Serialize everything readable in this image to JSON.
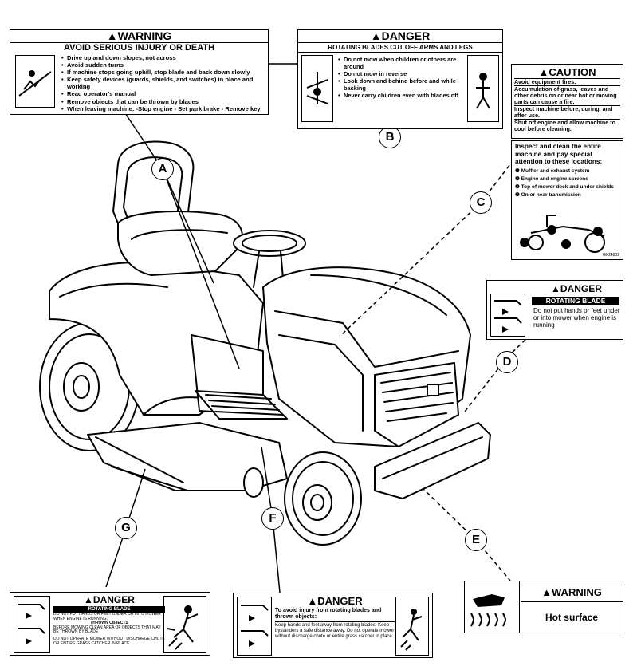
{
  "labels": {
    "a": {
      "header": "▲WARNING",
      "subheader": "AVOID SERIOUS INJURY OR DEATH",
      "lines": [
        "Drive up and down slopes, not across",
        "Avoid sudden turns",
        "If machine stops going uphill, stop blade and back down slowly",
        "Keep safety devices (guards, shields, and switches) in place and working",
        "Read operator's manual",
        "Remove objects that can be thrown by blades",
        "When leaving machine: -Stop engine - Set park brake - Remove key"
      ]
    },
    "b": {
      "header": "▲DANGER",
      "subheader": "ROTATING BLADES CUT OFF ARMS AND LEGS",
      "lines": [
        "Do not mow when children or others are around",
        "Do not mow in reverse",
        "Look down and behind before and while backing",
        "Never carry children even with blades off"
      ]
    },
    "c": {
      "header": "▲CAUTION",
      "para1": "Avoid equipment fires.",
      "para2": "Accumulation of grass, leaves and other debris on or near hot or moving parts can cause a fire.",
      "para3": "Inspect machine before, during, and after use.",
      "para4": "Shut off engine and allow machine to cool before cleaning.",
      "inspect": "Inspect and clean the entire machine and pay special attention to these locations:",
      "locations": [
        "Muffler and exhaust system",
        "Engine and engine screens",
        "Top of mower deck and under shields",
        "On or near transmission"
      ],
      "code": "GX24802"
    },
    "d": {
      "header": "▲DANGER",
      "title": "ROTATING BLADE",
      "text": "Do not put hands or feet under or into mower when engine is running"
    },
    "e": {
      "header": "▲WARNING",
      "text": "Hot surface"
    },
    "f": {
      "header": "▲DANGER",
      "text1": "To avoid injury from rotating blades and thrown objects:",
      "text2": "Keep hands and feet away from rotating blades. Keep bystanders a safe distance away. Do not operate mower without discharge chute or entire grass catcher in place."
    },
    "g": {
      "header": "▲DANGER",
      "title": "ROTATING BLADE",
      "text1": "DO NOT PUT HANDS OR FEET UNDER OR INTO MOWER WHEN ENGINE IS RUNNING.",
      "text2": "THROWN OBJECTS",
      "text3": "BEFORE MOWING CLEAN AREA OF OBJECTS THAT MAY BE THROWN BY BLADE",
      "text4": "DO NOT OPERATE MOWER WITHOUT DISCHARGE CHUTE OR ENTIRE GRASS CATCHER IN PLACE."
    }
  },
  "callouts": [
    "A",
    "B",
    "C",
    "D",
    "E",
    "F",
    "G"
  ]
}
